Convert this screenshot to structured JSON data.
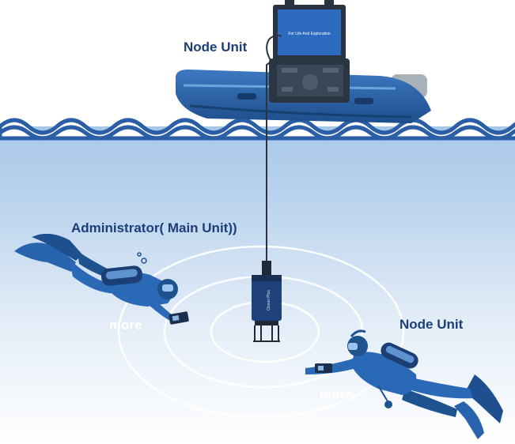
{
  "labels": {
    "node_unit_top": "Node Unit",
    "administrator": "Administrator( Main Unit))",
    "node_unit_right": "Node Unit",
    "more_left": "more",
    "more_right": "more"
  },
  "device_text": {
    "laptop_screen": "For Life And Exploration",
    "buoy_side": "Ocean Plus"
  },
  "icons": [
    "boat-icon",
    "laptop-case-icon",
    "sonar-buoy-icon",
    "diver-icon",
    "handheld-radio-icon",
    "outboard-motor-icon"
  ],
  "colors": {
    "deep_blue": "#1f4f8f",
    "wave_blue": "#2a5ea6",
    "water_top": "#d7e5f4",
    "water_mid": "#9ec0e4",
    "water_bottom": "#f3f7fc",
    "label_navy": "#1c3f7a"
  }
}
